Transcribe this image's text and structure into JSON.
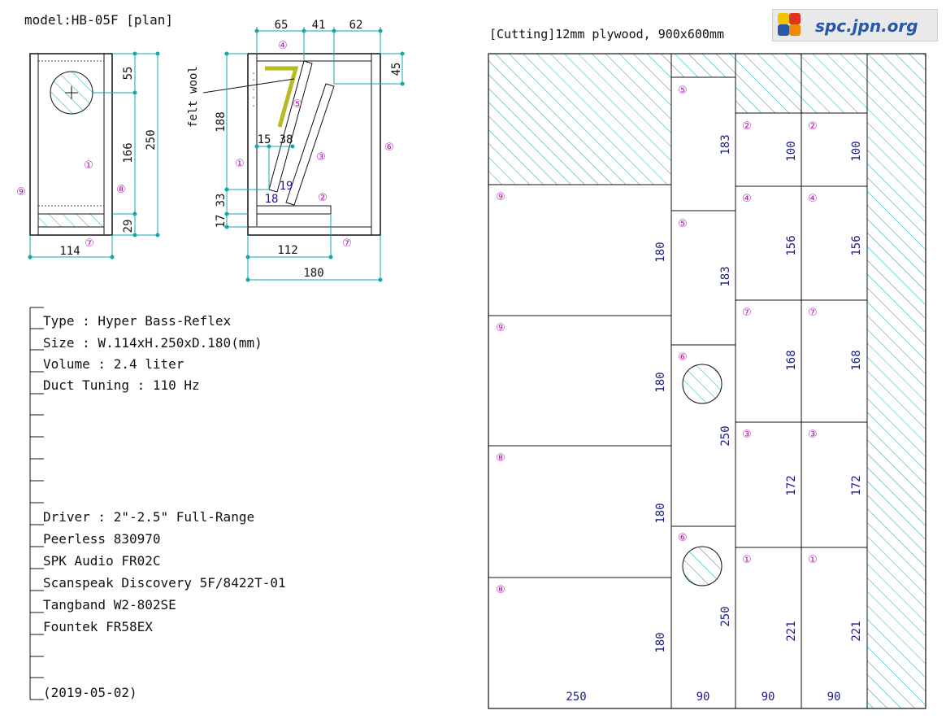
{
  "header": {
    "model_title": "model:HB-05F [plan]",
    "cutting_title": "[Cutting]12mm plywood, 900x600mm",
    "site": "spc.jpn.org"
  },
  "colors": {
    "cyan": "#11aaaa",
    "magenta": "#b01fb0",
    "felt": "#b9b923",
    "navy": "#1a1a8c"
  },
  "front_view": {
    "dims": {
      "top": "55",
      "middle": "166",
      "bottom": "29",
      "height": "250",
      "width": "114"
    },
    "markers": {
      "left": "⑨",
      "right": "⑧",
      "center": "①",
      "bottom": "⑦"
    }
  },
  "side_view": {
    "dims": {
      "top1": "65",
      "top2": "41",
      "top3": "62",
      "top_right": "45",
      "height": "188",
      "d15": "15",
      "d38": "38",
      "d18": "18",
      "d19": "19",
      "d17": "17",
      "d33": "33",
      "inner_width": "112",
      "depth": "180"
    },
    "labels": {
      "felt": "felt wool"
    },
    "markers": {
      "top": "④",
      "slant1": "⑤",
      "slant2": "③",
      "left": "①",
      "shelf": "②",
      "right": "⑥",
      "bottom": "⑦"
    }
  },
  "specs": {
    "lines": [
      "Type : Hyper Bass-Reflex",
      "Size : W.114xH.250xD.180(mm)",
      "Volume : 2.4 liter",
      "Duct Tuning : 110 Hz"
    ],
    "drivers": [
      "Driver : 2\"-2.5\" Full-Range",
      "Peerless 830970",
      "SPK Audio FR02C",
      "Scanspeak Discovery 5F/8422T-01",
      "Tangband W2-802SE",
      "Fountek FR58EX"
    ],
    "date": "(2019-05-02)"
  },
  "cutting": {
    "column1": [
      {
        "id": "⑨",
        "size": "180"
      },
      {
        "id": "⑨",
        "size": "180"
      },
      {
        "id": "⑧",
        "size": "180"
      },
      {
        "id": "⑧",
        "size": "180"
      }
    ],
    "column2": [
      {
        "id": "⑤",
        "size": "183"
      },
      {
        "id": "⑤",
        "size": "183"
      },
      {
        "id": "⑥",
        "size": "250"
      },
      {
        "id": "⑥",
        "size": "250"
      }
    ],
    "column3": [
      {
        "id": "②",
        "size": "100"
      },
      {
        "id": "④",
        "size": "156"
      },
      {
        "id": "⑦",
        "size": "168"
      },
      {
        "id": "③",
        "size": "172"
      },
      {
        "id": "①",
        "size": "221"
      }
    ],
    "column4": [
      {
        "id": "②",
        "size": "100"
      },
      {
        "id": "④",
        "size": "156"
      },
      {
        "id": "⑦",
        "size": "168"
      },
      {
        "id": "③",
        "size": "172"
      },
      {
        "id": "①",
        "size": "221"
      }
    ],
    "bottom_widths": [
      "250",
      "90",
      "90",
      "90"
    ]
  }
}
